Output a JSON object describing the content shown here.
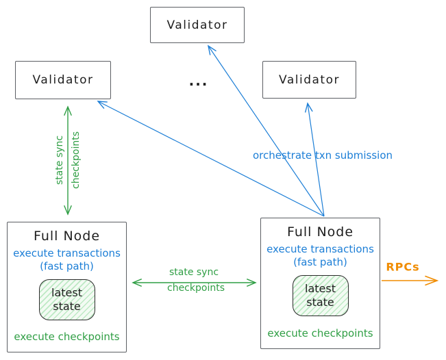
{
  "diagram": {
    "title_hint": "validator / full node state sync diagram",
    "validators": {
      "top": "Validator",
      "left": "Validator",
      "right": "Validator",
      "ellipsis": "..."
    },
    "full_node_left": {
      "title": "Full Node",
      "exec_transactions": "execute transactions",
      "fast_path": "(fast path)",
      "state_line1": "latest",
      "state_line2": "state",
      "exec_checkpoints": "execute checkpoints"
    },
    "full_node_right": {
      "title": "Full Node",
      "exec_transactions": "execute transactions",
      "fast_path": "(fast path)",
      "state_line1": "latest",
      "state_line2": "state",
      "exec_checkpoints": "execute checkpoints"
    },
    "edge_labels": {
      "vertical_state_sync_line1": "state sync",
      "vertical_state_sync_line2": "checkpoints",
      "horizontal_state_sync_line1": "state sync",
      "horizontal_state_sync_line2": "checkpoints",
      "orchestrate": "orchestrate txn submission",
      "rpcs": "RPCs"
    },
    "colors": {
      "green": "#2f9e44",
      "blue": "#1c7ed6",
      "orange": "#f08c00",
      "box_border": "#5b5e63",
      "text": "#1e1e1e",
      "state_box_fill": "#f3fbf3"
    }
  }
}
